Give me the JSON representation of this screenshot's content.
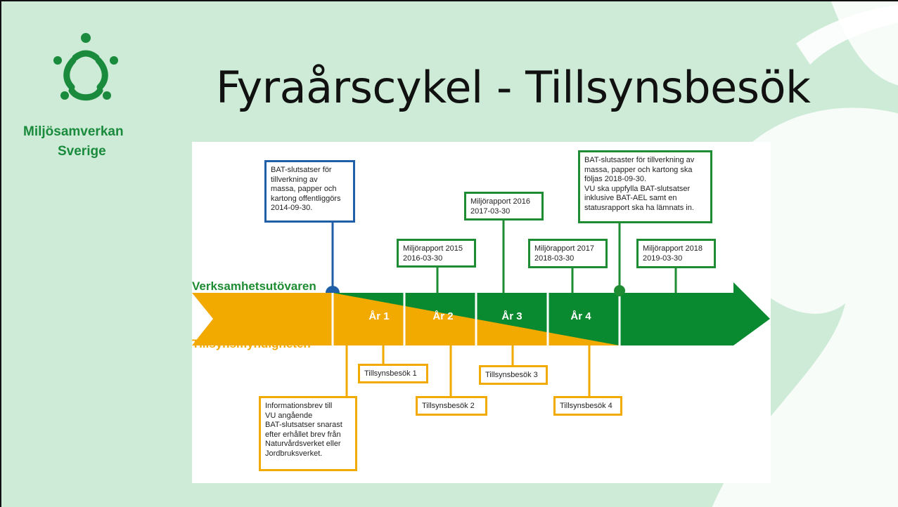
{
  "slide": {
    "title": "Fyraårscykel - Tillsynsbesök",
    "logo": {
      "line1": "Miljösamverkan",
      "line2": "Sverige",
      "icon": "flower-people-logo"
    }
  },
  "diagram": {
    "actors": {
      "top": "Verksamhetsutövaren",
      "bottom": "Tillsynsmyndigheten"
    },
    "years": [
      "År 1",
      "År 2",
      "År 3",
      "År 4"
    ],
    "top_boxes": {
      "bat_publish": "BAT-slutsatser för\ntillverkning av\nmassa, papper och\nkartong offentliggörs\n2014-09-30.",
      "mr2015": "Miljörapport 2015\n2016-03-30",
      "mr2016": "Miljörapport 2016\n2017-03-30",
      "mr2017": "Miljörapport 2017\n2018-03-30",
      "bat_comply": "BAT-slutsaster för tillverkning av\nmassa, papper och kartong ska\nföljas 2018-09-30.\nVU ska uppfylla BAT-slutsatser\ninklusive BAT-AEL samt en\nstatusrapport ska ha lämnats in.",
      "mr2018": "Miljörapport 2018\n2019-03-30"
    },
    "bottom_boxes": {
      "info": "Informationsbrev till\nVU angående\nBAT-slutsatser snarast\nefter erhållet brev från\nNaturvårdsverket eller\nJordbruksverket.",
      "tb1": "Tillsynsbesök 1",
      "tb2": "Tillsynsbesök 2",
      "tb3": "Tillsynsbesök 3",
      "tb4": "Tillsynsbesök 4"
    },
    "colors": {
      "green": "#1e8c32",
      "orange": "#f2a900",
      "blue": "#1f5fa8",
      "green_band": "#0a8a30",
      "background": "#cdebd6"
    }
  }
}
